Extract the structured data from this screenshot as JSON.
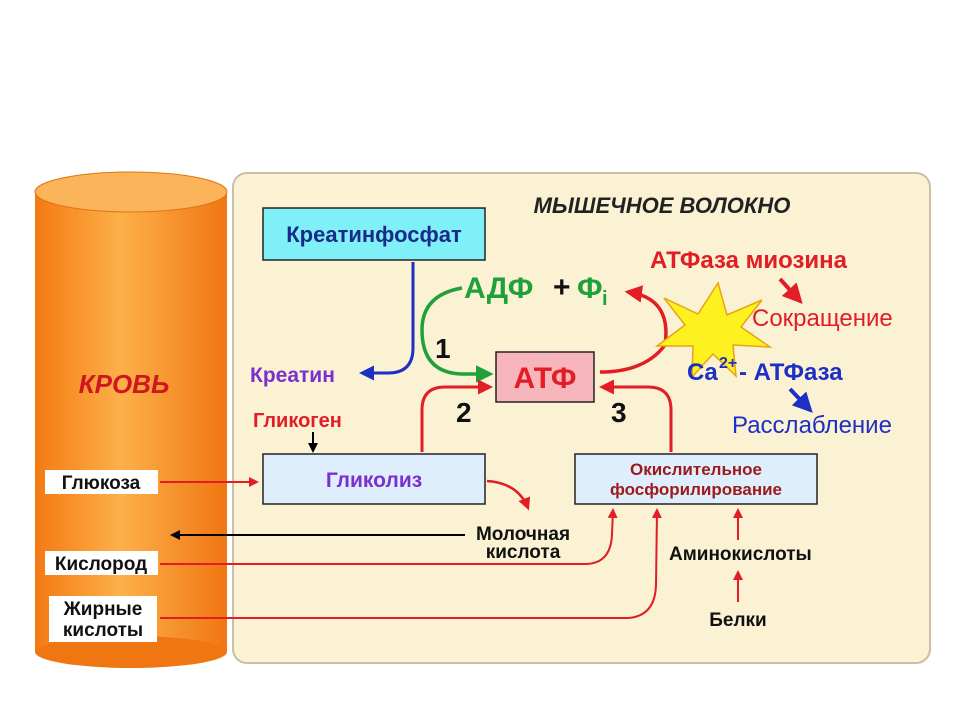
{
  "labels": {
    "blood": "КРОВЬ",
    "fiber": "МЫШЕЧНОЕ ВОЛОКНО",
    "creatine_phosphate": "Креатинфосфат",
    "creatine": "Креатин",
    "adp": "АДФ",
    "plus": "+",
    "phi": "Ф",
    "phi_sub": "i",
    "atp": "АТФ",
    "myosin_atpase": "АТФаза миозина",
    "contraction": "Сокращение",
    "ca": "Ca",
    "ca_sup": "2+",
    "ca_atpase": "- АТФаза",
    "relaxation": "Расслабление",
    "glycogen": "Гликоген",
    "glycolysis": "Гликолиз",
    "oxphos_line1": "Окислительное",
    "oxphos_line2": "фосфорилирование",
    "glucose": "Глюкоза",
    "lactic_line1": "Молочная",
    "lactic_line2": "кислота",
    "oxygen": "Кислород",
    "fatty_line1": "Жирные",
    "fatty_line2": "кислоты",
    "amino_acids": "Аминокислоты",
    "proteins": "Белки",
    "n1": "1",
    "n2": "2",
    "n3": "3"
  },
  "colors": {
    "vessel": "#f7921e",
    "panel": "#fbf1d3",
    "cyan_box": "#7ff0f7",
    "atp_box": "#f7b6bb",
    "light_box": "#dfeefc",
    "green": "#1fa03a",
    "red": "#e21d25",
    "blue": "#1d2fc4",
    "dark_red": "#9b1a1a",
    "purple": "#7b2fd0"
  }
}
